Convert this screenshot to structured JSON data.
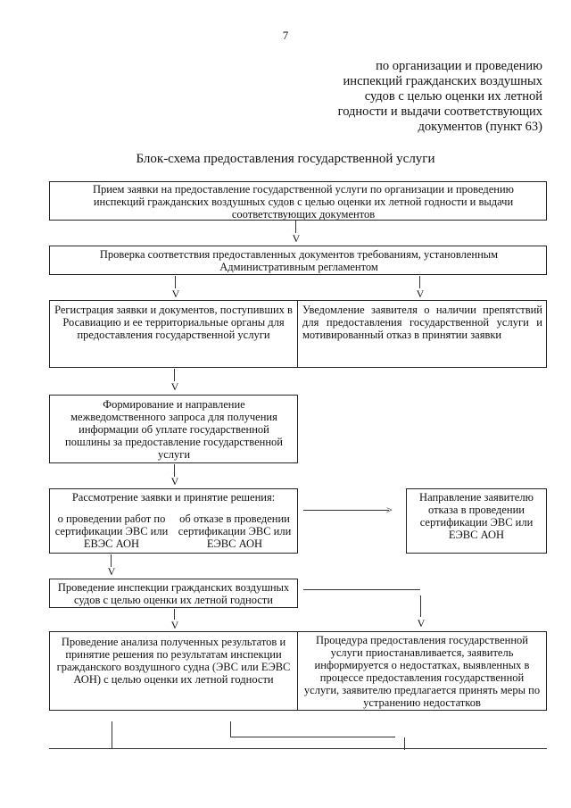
{
  "page_number": "7",
  "header": {
    "lines": [
      "по организации и проведению",
      "инспекций гражданских воздушных",
      "судов с целью оценки их летной",
      "годности и выдачи соответствующих",
      "документов (пункт 63)"
    ]
  },
  "title": "Блок-схема предоставления государственной услуги",
  "boxes": {
    "b1": "Прием заявки на предоставление государственной услуги по организации и проведению инспекций гражданских воздушных судов с целью оценки их летной годности и выдачи соответствующих документов",
    "b2": "Проверка соответствия предоставленных документов требованиям, установленным Административным регламентом",
    "b3": "Регистрация заявки и документов, поступивших в Росавиацию и ее территориальные органы для предоставления государственной услуги",
    "b4": "Уведомление заявителя о наличии препятствий для предоставления государственной услуги и мотивированный отказ в принятии заявки",
    "b5": "Формирование и направление межведомственного запроса для получения информации об уплате государственной пошлины за предоставление государственной услуги",
    "b6_title": "Рассмотрение заявки  и принятие решения:",
    "b6_left": "о проведении работ по сертификации ЭВС или ЕВЭС АОН",
    "b6_right": "об отказе в проведении сертификации ЭВС или ЕЭВС АОН",
    "b7": "Направление заявителю отказа в проведении сертификации ЭВС или ЕЭВС АОН",
    "b8": "Проведение инспекции гражданских воздушных судов с целью оценки их летной годности",
    "b9": "Проведение анализа полученных результатов и принятие решения по результатам инспекции гражданского воздушного судна (ЭВС или ЕЭВС АОН) с целью оценки их летной годности",
    "b10": "Процедура предоставления государственной услуги приостанавливается, заявитель информируется о недостатках, выявленных в процессе предоставления государственной услуги, заявителю предлагается принять меры по устранению недостатков"
  },
  "arrow_glyphs": {
    "down": "V",
    "right": ">"
  }
}
